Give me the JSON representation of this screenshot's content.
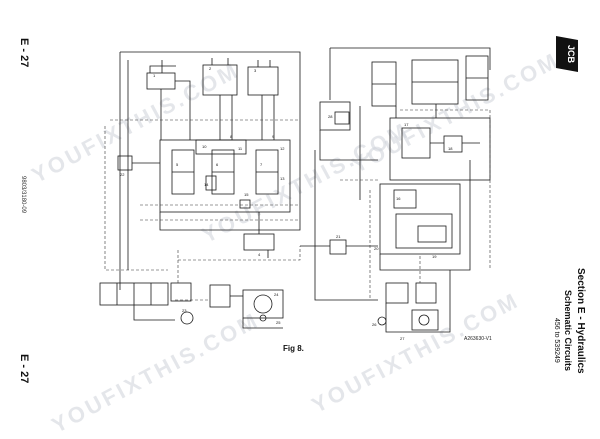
{
  "page": {
    "number_top": "E - 27",
    "number_bottom": "E - 27",
    "doc_ref": "9803/3180-09",
    "section_title": "Section E - Hydraulics",
    "section_subtitle": "Schematic Circuits",
    "serial_range": "456 to 539249",
    "figure_caption": "Fig 8.",
    "artwork_ref": "A263630-V1",
    "brand_logo": "JCB",
    "watermark": "YOUFIXTHIS.COM"
  },
  "diagram": {
    "component_labels": [
      "1",
      "2",
      "3",
      "4",
      "5",
      "6",
      "7",
      "8",
      "9",
      "10",
      "11",
      "12",
      "13",
      "14",
      "15",
      "16",
      "17",
      "18",
      "19",
      "20",
      "21",
      "22",
      "23",
      "24",
      "25",
      "26",
      "27",
      "28"
    ],
    "colors": {
      "line": "#1a1a1a",
      "dashed": "#333333",
      "watermark": "#cfd3da"
    }
  }
}
